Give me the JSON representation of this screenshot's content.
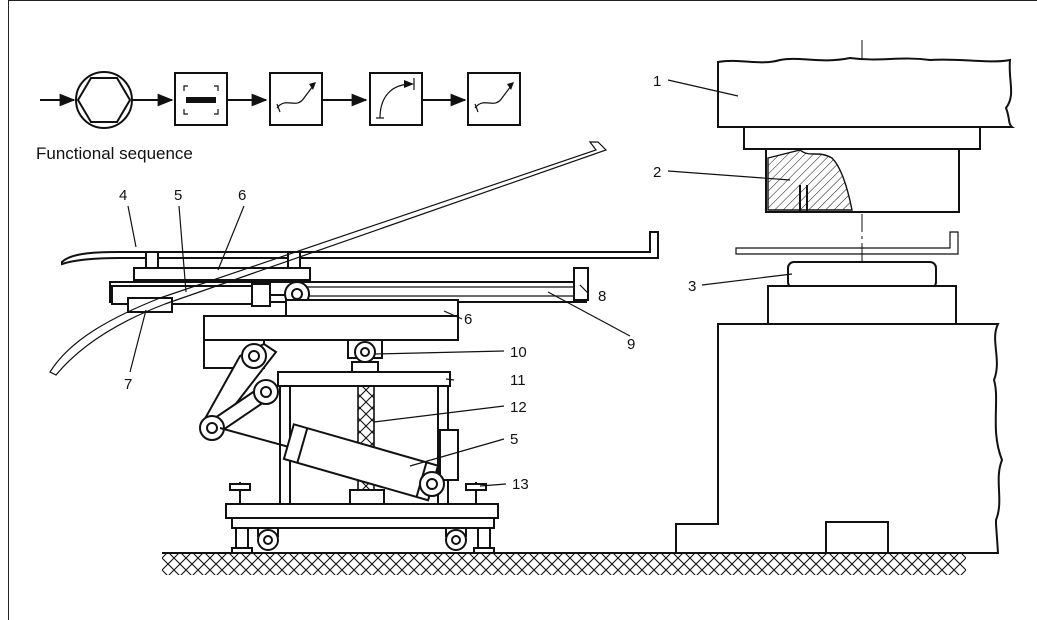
{
  "caption": "Functional sequence",
  "labels": {
    "l1": "1",
    "l2": "2",
    "l3": "3",
    "l4": "4",
    "l5a": "5",
    "l5b": "5",
    "l6a": "6",
    "l6b": "6",
    "l7": "7",
    "l8": "8",
    "l9": "9",
    "l10": "10",
    "l11": "11",
    "l12": "12",
    "l13": "13"
  },
  "sequence_symbols": [
    "hexagon-circle-icon",
    "clamp-bar-icon",
    "curved-arrow-icon",
    "arc-stop-icon",
    "curved-arrow-icon"
  ]
}
